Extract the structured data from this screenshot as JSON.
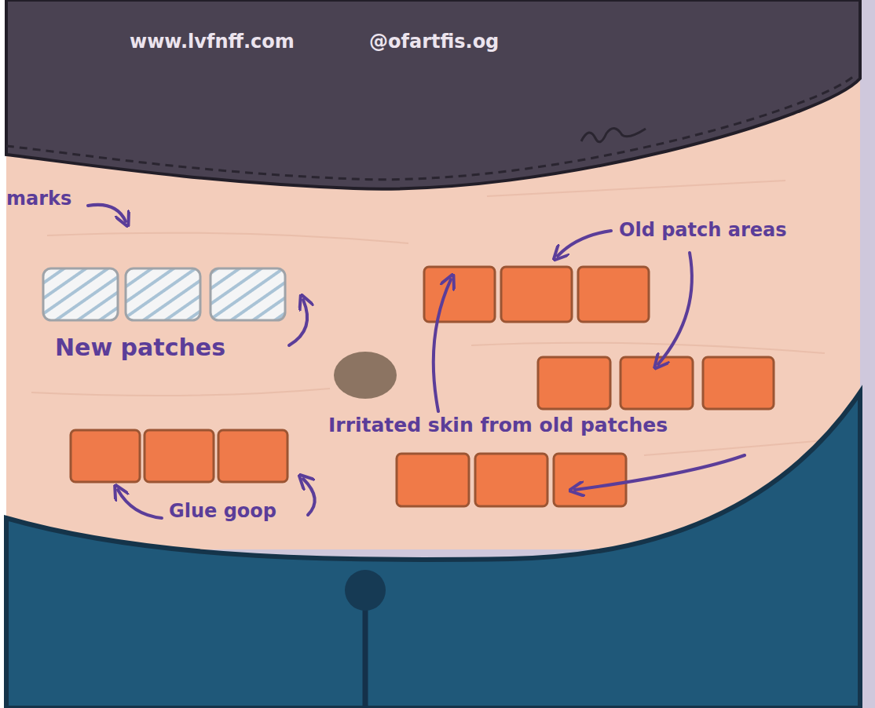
{
  "diagram": {
    "labels": [
      "www.lvfnff.com",
      "@ofartfis.og",
      "marks",
      "Old patch areas",
      "New patches",
      "Irritated skin from old patches",
      "Glue goop"
    ]
  }
}
